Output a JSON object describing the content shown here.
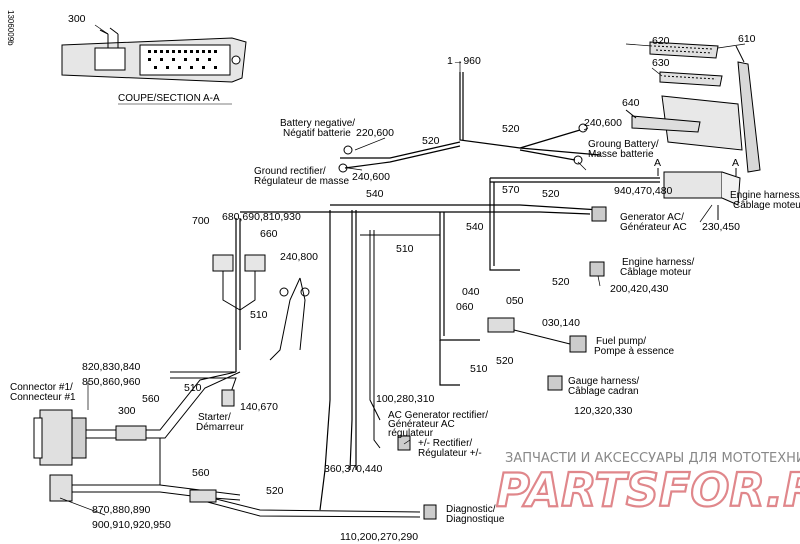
{
  "side_code": "1306009b",
  "section": {
    "title": "COUPE/SECTION A-A",
    "ref": "300"
  },
  "ref_1960": "1→960",
  "numbers": {
    "n620": "620",
    "n610": "610",
    "n630": "630",
    "n640": "640",
    "n520a": "520",
    "n520b": "520",
    "n220_600": "220,600",
    "n240_600a": "240,600",
    "n240_600b": "240,600",
    "n540a": "540",
    "n540b": "540",
    "n570": "570",
    "n520c": "520",
    "n940": "940,470,480",
    "n700": "700",
    "n680": "680,690,810,930",
    "n660": "660",
    "n240_800": "240,800",
    "n510a": "510",
    "n230_450": "230,450",
    "n520d": "520",
    "n200_420": "200,420,430",
    "n040": "040",
    "n050": "050",
    "n060": "060",
    "n030_140": "030,140",
    "n510b": "510",
    "n520e": "520",
    "n510c": "510",
    "n820": "820,830,840",
    "n850": "850,860,960",
    "n300": "300",
    "n560a": "560",
    "n510d": "510",
    "n140_670": "140,670",
    "n100_280": "100,280,310",
    "n120_320": "120,320,330",
    "n360_370": "360,370,440",
    "n560b": "560",
    "n870": "870,880,890",
    "n900": "900,910,920,950",
    "n520f": "520",
    "n110_200": "110,200,270,290",
    "A1": "A",
    "A2": "A"
  },
  "labels": {
    "battery_neg": [
      "Battery negative/",
      "Négatif batterie"
    ],
    "ground_battery": [
      "Groung Battery/",
      "Masse batterie"
    ],
    "ground_rectifier": [
      "Ground rectifier/",
      "Régulateur de masse"
    ],
    "engine_harness_top": [
      "Engine harness/",
      "Câblage moteur"
    ],
    "generator_ac": [
      "Generator AC/",
      "Générateur AC"
    ],
    "engine_harness_mid": [
      "Engine harness/",
      "Câblage moteur"
    ],
    "fuel_pump": [
      "Fuel pump/",
      "Pompe à essence"
    ],
    "connector1": [
      "Connector #1/",
      "Connecteur #1"
    ],
    "gauge_harness": [
      "Gauge harness/",
      "Câblage cadran"
    ],
    "starter": [
      "Starter/",
      "Démarreur"
    ],
    "ac_gen_rect": [
      "AC Generator rectifier/",
      "Générateur AC",
      "régulateur"
    ],
    "rectifier": [
      "+/- Rectifier/",
      "Régulateur +/-"
    ],
    "diagnostic": [
      "Diagnostic/",
      "Diagnostique"
    ]
  },
  "watermark": {
    "text": "ЗАПЧАСТИ И АКСЕССУАРЫ ДЛЯ МОТОТЕХНИКИ",
    "brand": "PARTSFOR.RU",
    "brand_color": "#c7262d"
  }
}
